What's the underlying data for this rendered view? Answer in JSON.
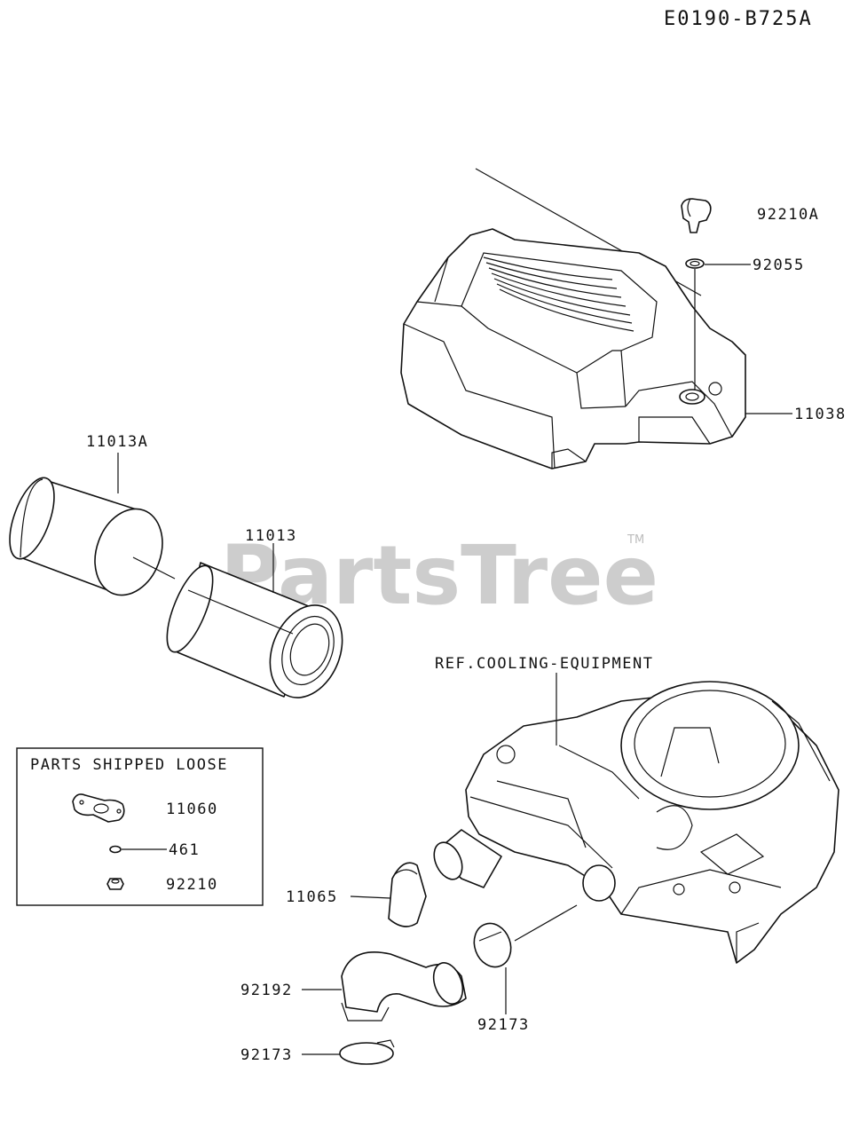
{
  "diagram_code": "E0190-B725A",
  "watermark": {
    "text": "PartsTree",
    "tm": "TM"
  },
  "ref_note": "REF.COOLING-EQUIPMENT",
  "loose_box": {
    "title": "PARTS SHIPPED LOOSE",
    "items": [
      "11060",
      "461",
      "92210"
    ]
  },
  "callouts": {
    "p92210A": "92210A",
    "p92055": "92055",
    "p11038": "11038",
    "p11013A": "11013A",
    "p11013": "11013",
    "p11065": "11065",
    "p92192": "92192",
    "p92173_right": "92173",
    "p92173_bottom": "92173"
  }
}
